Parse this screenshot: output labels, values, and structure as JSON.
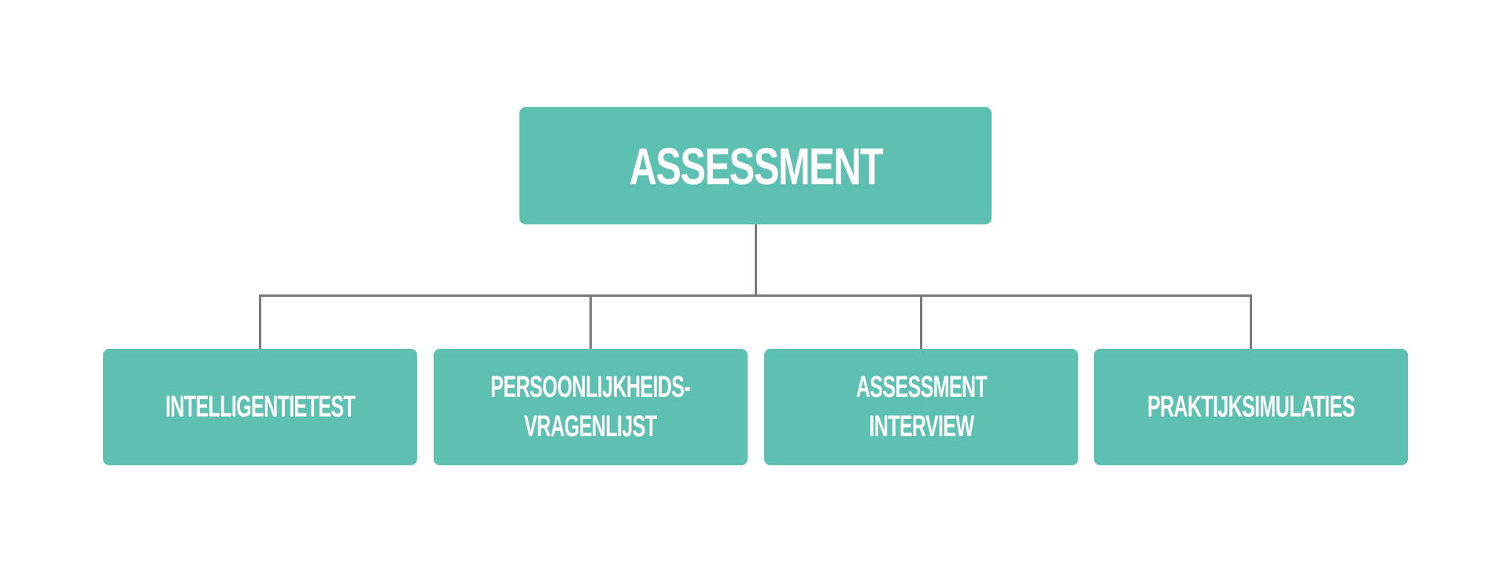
{
  "diagram": {
    "type": "org-tree",
    "colors": {
      "box": "#5dc0b0",
      "text": "#ffffff",
      "connector": "#7a7a7a",
      "background": "#ffffff"
    },
    "root": {
      "label": "ASSESSMENT"
    },
    "children": [
      {
        "label": "INTELLIGENTIETEST"
      },
      {
        "label": "PERSOONLIJKHEIDS-\nVRAGENLIJST"
      },
      {
        "label": "ASSESSMENT\nINTERVIEW"
      },
      {
        "label": "PRAKTIJKSIMULATIES"
      }
    ]
  }
}
